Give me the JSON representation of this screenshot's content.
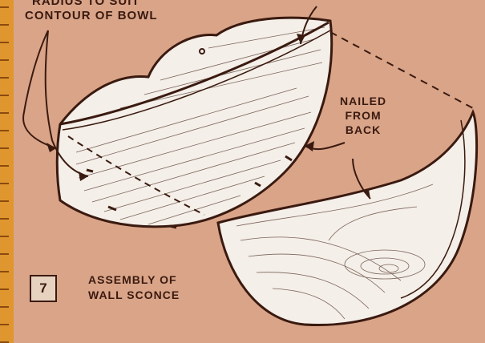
{
  "labels": {
    "top_cut": "RADIUS TO SUIT",
    "top": "CONTOUR OF BOWL",
    "nailed_line1": "NAILED",
    "nailed_line2": "FROM",
    "nailed_line3": "BACK"
  },
  "figure": {
    "number": "7",
    "caption_line1": "ASSEMBLY OF",
    "caption_line2": "WALL SCONCE"
  },
  "colors": {
    "background": "#d9a488",
    "ink": "#3a1a10",
    "wood": "#f4efe8",
    "ruler": "#e0962e"
  }
}
